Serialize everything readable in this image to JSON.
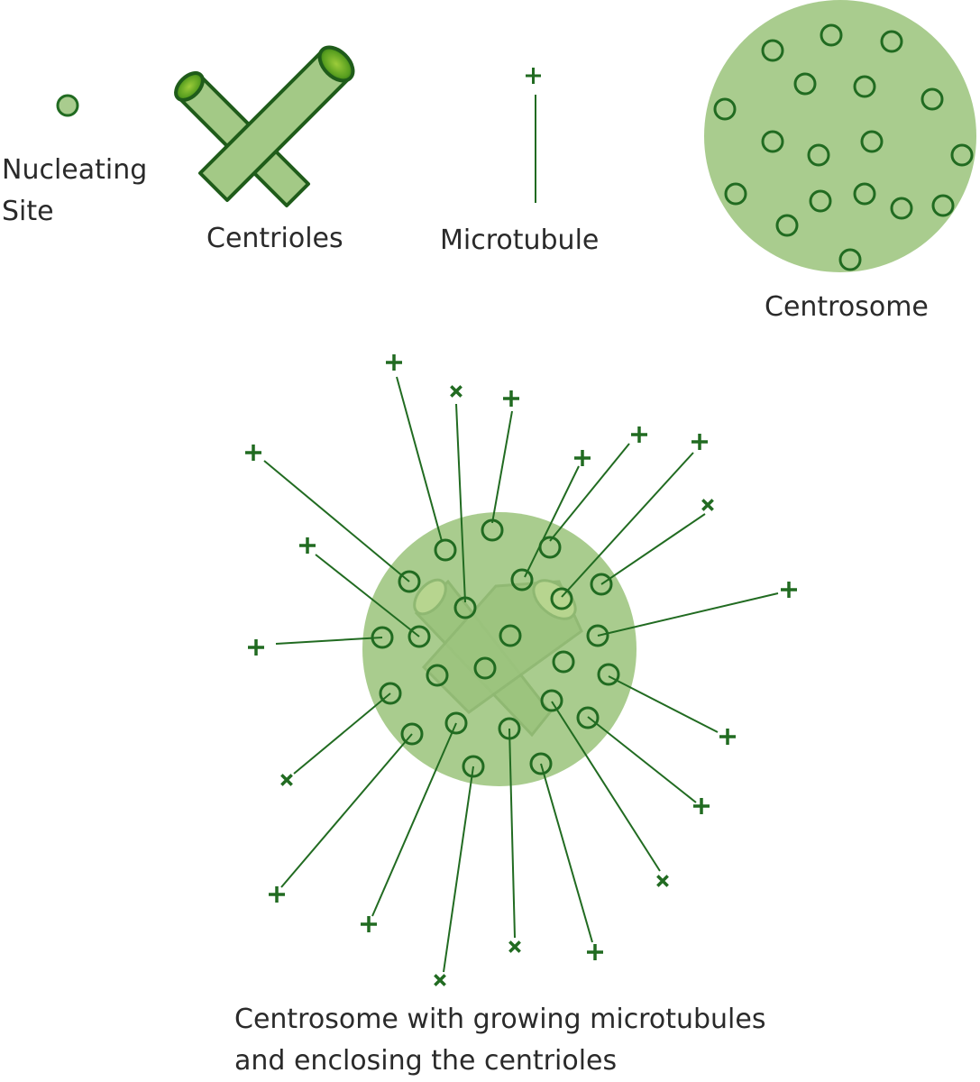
{
  "labels": {
    "nucleating_site": "Nucleating\nSite",
    "centrioles": "Centrioles",
    "microtubule": "Microtubule",
    "centrosome": "Centrosome",
    "caption": "Centrosome with growing microtubules\nand enclosing the centrioles"
  },
  "colors": {
    "dark_green": "#216b21",
    "pale_green": "#a9cc8e",
    "mid_green": "#9cc47e",
    "hole_green": "#4d9a23",
    "text": "#2a2a2a"
  },
  "symbols": {
    "plus": "+",
    "cross": "×"
  }
}
